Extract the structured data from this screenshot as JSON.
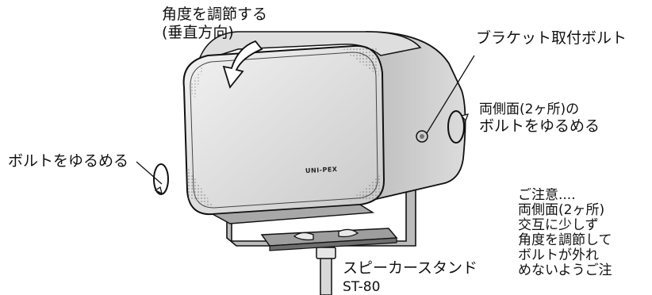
{
  "labels": {
    "adjust_angle_line1": "角度を調節する",
    "adjust_angle_line2": "(垂直方向)",
    "bracket_bolt": "ブラケット取付ボルト",
    "both_sides_line1": "両側面(2ヶ所)の",
    "both_sides_line2": "ボルトをゆるめる",
    "loosen_bolt": "ボルトをゆるめる",
    "stand_name": "スピーカースタンド",
    "stand_model": "ST-80",
    "brand": "UNI-PEX"
  },
  "note": {
    "line1": "ご注意....",
    "line2": "両側面(2ヶ所)",
    "line3": "交互に少しず",
    "line4": "角度を調節して",
    "line5": "ボルトが外れ",
    "line6": "めないようご注"
  }
}
